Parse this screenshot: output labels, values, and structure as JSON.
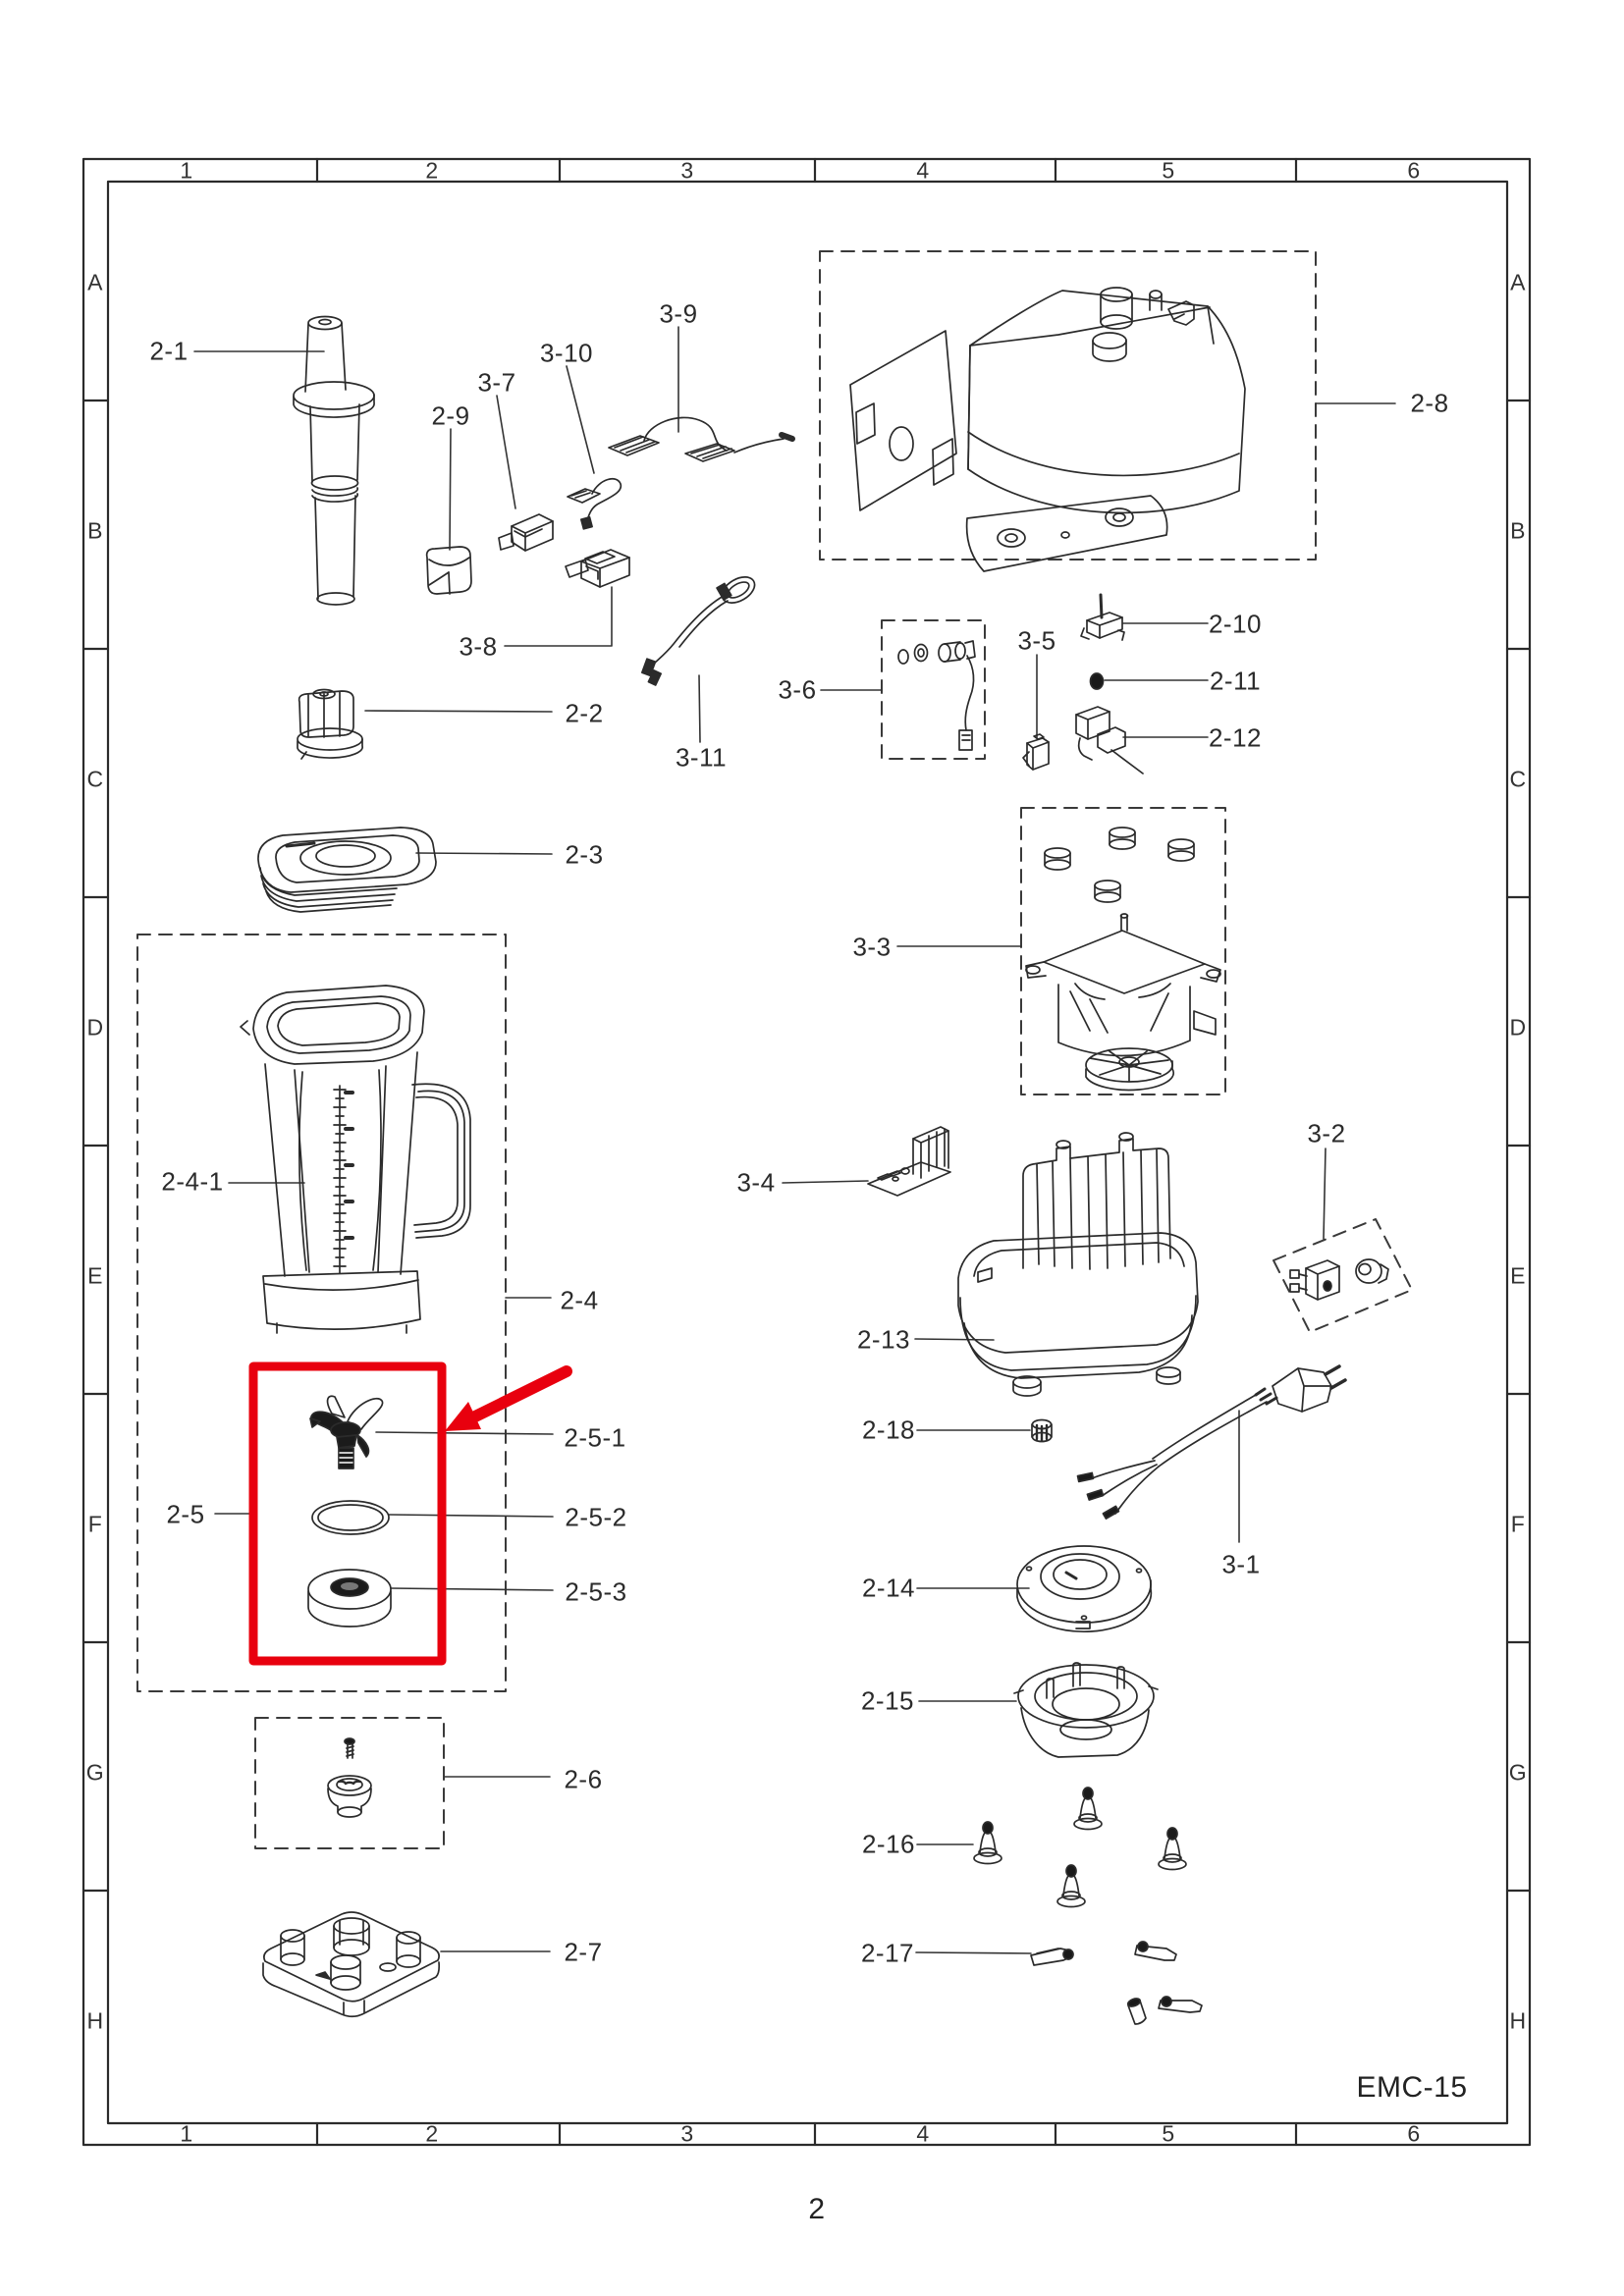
{
  "page": {
    "page_number": "2",
    "doc_code": "EMC-15"
  },
  "grid": {
    "columns": [
      "1",
      "2",
      "3",
      "4",
      "5",
      "6"
    ],
    "rows": [
      "A",
      "B",
      "C",
      "D",
      "E",
      "F",
      "G",
      "H"
    ]
  },
  "callouts": {
    "c2_1": "2-1",
    "c2_2": "2-2",
    "c2_3": "2-3",
    "c2_4": "2-4",
    "c2_4_1": "2-4-1",
    "c2_5": "2-5",
    "c2_5_1": "2-5-1",
    "c2_5_2": "2-5-2",
    "c2_5_3": "2-5-3",
    "c2_6": "2-6",
    "c2_7": "2-7",
    "c2_8": "2-8",
    "c2_9": "2-9",
    "c2_10": "2-10",
    "c2_11": "2-11",
    "c2_12": "2-12",
    "c2_13": "2-13",
    "c2_14": "2-14",
    "c2_15": "2-15",
    "c2_16": "2-16",
    "c2_17": "2-17",
    "c2_18": "2-18",
    "c3_1": "3-1",
    "c3_2": "3-2",
    "c3_3": "3-3",
    "c3_4": "3-4",
    "c3_5": "3-5",
    "c3_6": "3-6",
    "c3_7": "3-7",
    "c3_8": "3-8",
    "c3_9": "3-9",
    "c3_10": "3-10",
    "c3_11": "3-11"
  },
  "highlight": {
    "color": "#e8000e"
  }
}
